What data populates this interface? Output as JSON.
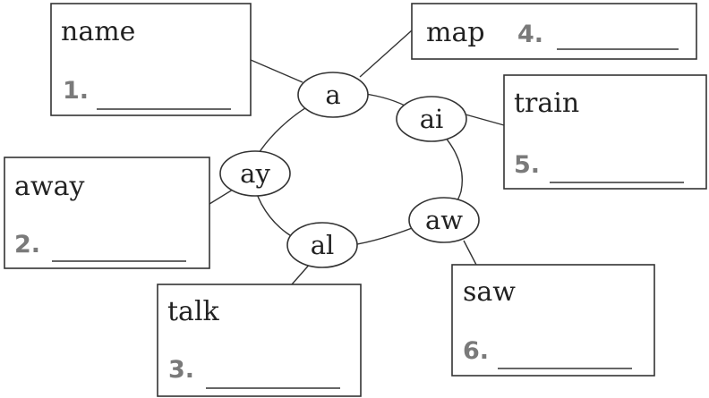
{
  "colors": {
    "stroke": "#333333",
    "text": "#222222",
    "number": "#7a7a7a"
  },
  "center_nodes": [
    {
      "id": "a",
      "label": "a"
    },
    {
      "id": "ai",
      "label": "ai"
    },
    {
      "id": "aw",
      "label": "aw"
    },
    {
      "id": "al",
      "label": "al"
    },
    {
      "id": "ay",
      "label": "ay"
    }
  ],
  "boxes": [
    {
      "id": "name",
      "word": "name",
      "number": "1.",
      "node": "a"
    },
    {
      "id": "map",
      "word": "map",
      "number": "4.",
      "node": "a"
    },
    {
      "id": "train",
      "word": "train",
      "number": "5.",
      "node": "ai"
    },
    {
      "id": "away",
      "word": "away",
      "number": "2.",
      "node": "ay"
    },
    {
      "id": "talk",
      "word": "talk",
      "number": "3.",
      "node": "al"
    },
    {
      "id": "saw",
      "word": "saw",
      "number": "6.",
      "node": "aw"
    }
  ]
}
